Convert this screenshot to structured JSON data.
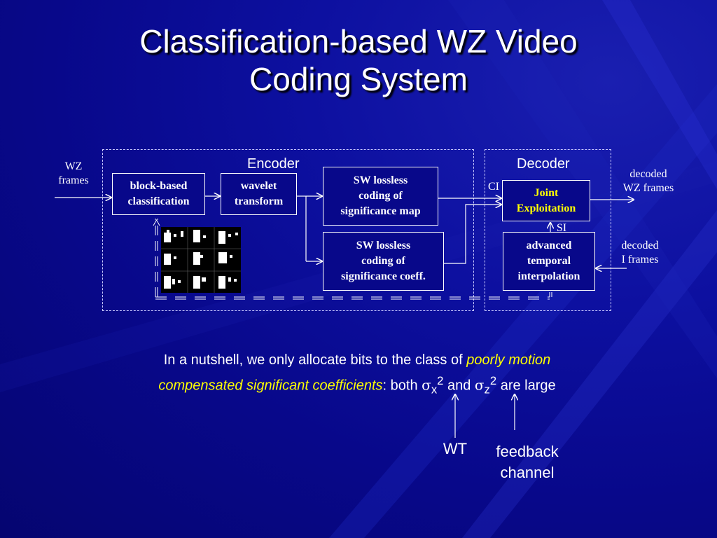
{
  "title": {
    "line1": "Classification-based WZ Video",
    "line2": "Coding System"
  },
  "encoder": {
    "label": "Encoder"
  },
  "decoder": {
    "label": "Decoder"
  },
  "inputs": {
    "wz_frames": "WZ\nframes",
    "decoded_i_frames": "decoded\nI frames"
  },
  "outputs": {
    "decoded_wz_frames": "decoded\nWZ frames"
  },
  "blocks": {
    "classification": "block-based\nclassification",
    "wavelet": "wavelet\ntransform",
    "sw_map": "SW lossless\ncoding of\nsignificance map",
    "sw_coeff": "SW lossless\ncoding of\nsignificance coeff.",
    "joint": "Joint\nExploitation",
    "interp": "advanced\ntemporal\ninterpolation"
  },
  "edge_labels": {
    "ci": "CI",
    "si": "SI"
  },
  "note": {
    "pre": "In a nutshell, we only allocate bits to the class of ",
    "hl1": "poorly motion",
    "hl2": "compensated significant coefficients",
    "mid": ": both ",
    "sigma1": "σ",
    "sub1": "x",
    "sup1": "2",
    "and": " and ",
    "sigma2": "σ",
    "sub2": "z",
    "sup2": "2",
    "post": " are large"
  },
  "annotations": {
    "wt": "WT",
    "feedback": "feedback\nchannel"
  },
  "colors": {
    "background": "#08088a",
    "highlight": "#ffff00",
    "text": "#ffffff"
  }
}
